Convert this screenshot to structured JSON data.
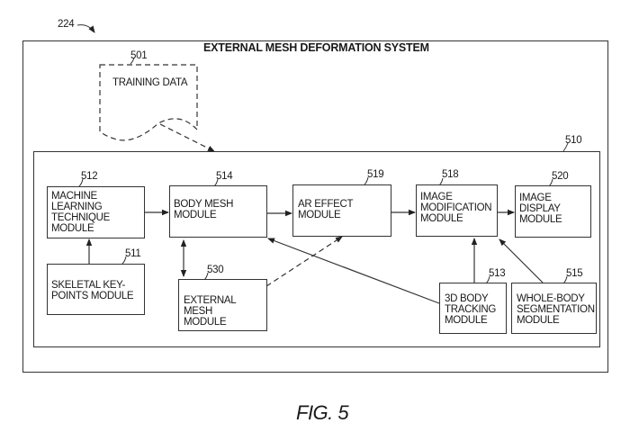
{
  "diagram": {
    "figure_label": "FIG. 5",
    "system": {
      "ref": "224",
      "title": "EXTERNAL MESH DEFORMATION SYSTEM"
    },
    "training_data": {
      "ref": "501",
      "label": "TRAINING DATA"
    },
    "container": {
      "ref": "510"
    },
    "modules": [
      {
        "id": "512",
        "label": "MACHINE\nLEARNING\nTECHNIQUE\nMODULE"
      },
      {
        "id": "514",
        "label": "BODY MESH\nMODULE"
      },
      {
        "id": "519",
        "label": "AR EFFECT\nMODULE"
      },
      {
        "id": "518",
        "label": "IMAGE\nMODIFICATION\nMODULE"
      },
      {
        "id": "520",
        "label": "IMAGE\nDISPLAY\nMODULE"
      },
      {
        "id": "511",
        "label": "SKELETAL KEY-\nPOINTS MODULE"
      },
      {
        "id": "530",
        "label": "EXTERNAL MESH\nMODULE"
      },
      {
        "id": "513",
        "label": "3D BODY\nTRACKING\nMODULE"
      },
      {
        "id": "515",
        "label": "WHOLE-BODY\nSEGMENTATION\nMODULE"
      }
    ],
    "connections": [
      {
        "from": "501",
        "to": "510",
        "style": "dashed"
      },
      {
        "from": "512",
        "to": "514",
        "style": "solid"
      },
      {
        "from": "514",
        "to": "519",
        "style": "solid"
      },
      {
        "from": "519",
        "to": "518",
        "style": "solid"
      },
      {
        "from": "518",
        "to": "520",
        "style": "solid"
      },
      {
        "from": "511",
        "to": "512",
        "style": "solid"
      },
      {
        "from": "514",
        "to": "530",
        "style": "solid-bidirectional"
      },
      {
        "from": "530",
        "to": "519",
        "style": "dashed"
      },
      {
        "from": "513",
        "to": "514",
        "style": "solid"
      },
      {
        "from": "513",
        "to": "518",
        "style": "solid"
      },
      {
        "from": "515",
        "to": "518",
        "style": "solid"
      }
    ]
  }
}
